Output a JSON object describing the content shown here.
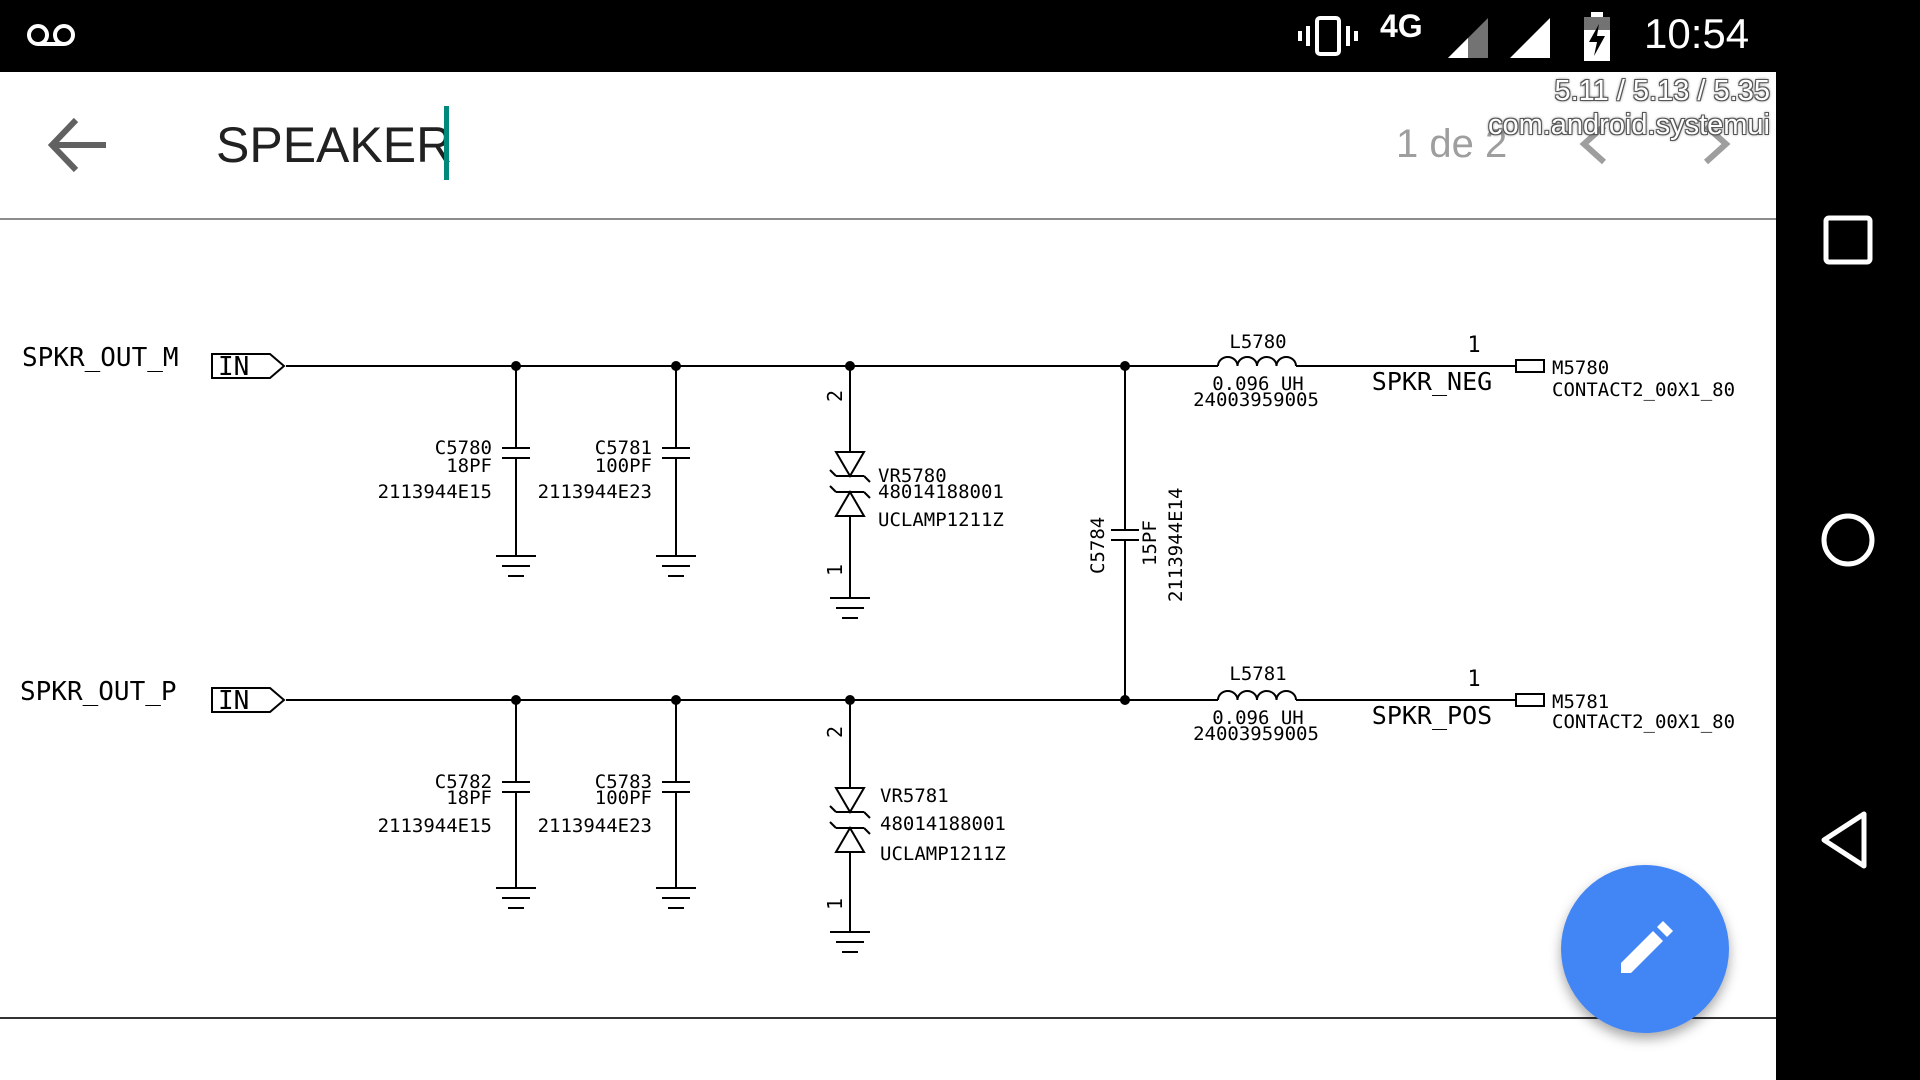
{
  "status_bar": {
    "voicemail_icon": "voicemail-icon",
    "vibrate_icon": "vibrate-icon",
    "network": "4G",
    "signal_icons": [
      "signal-icon",
      "signal-icon"
    ],
    "battery_icon": "battery-charging-icon",
    "time": "10:54"
  },
  "toolbar": {
    "back_icon": "arrow-back-icon",
    "search_value": "SPEAKER",
    "match_count": "1 de 2",
    "prev_icon": "chevron-left-icon",
    "next_icon": "chevron-right-icon"
  },
  "debug_overlay": {
    "line1": "5.11 / 5.13 / 5.35",
    "line2": "com.android.systemui"
  },
  "schematic": {
    "nets": {
      "out_m": "SPKR_OUT_M",
      "out_p": "SPKR_OUT_P",
      "in_tag": "IN",
      "neg": "SPKR_NEG",
      "pos": "SPKR_POS",
      "pin_neg": "1",
      "pin_pos": "1"
    },
    "capacitors": [
      {
        "ref": "C5780",
        "value": "18PF",
        "part": "2113944E15"
      },
      {
        "ref": "C5781",
        "value": "100PF",
        "part": "2113944E23"
      },
      {
        "ref": "C5782",
        "value": "18PF",
        "part": "2113944E15"
      },
      {
        "ref": "C5783",
        "value": "100PF",
        "part": "2113944E23"
      },
      {
        "ref": "C5784",
        "value": "15PF",
        "part": "2113944E14"
      }
    ],
    "diodes": [
      {
        "ref": "VR5780",
        "part": "48014188001",
        "type": "UCLAMP1211Z",
        "pin_top": "2",
        "pin_bottom": "1"
      },
      {
        "ref": "VR5781",
        "part": "48014188001",
        "type": "UCLAMP1211Z",
        "pin_top": "2",
        "pin_bottom": "1"
      }
    ],
    "inductors": [
      {
        "ref": "L5780",
        "value": "0.096 UH",
        "part": "24003959005"
      },
      {
        "ref": "L5781",
        "value": "0.096 UH",
        "part": "24003959005"
      }
    ],
    "connectors": [
      {
        "ref": "M5780",
        "part": "CONTACT2_00X1_80"
      },
      {
        "ref": "M5781",
        "part": "CONTACT2_00X1_80"
      }
    ]
  },
  "fab": {
    "icon": "edit-pencil-icon"
  },
  "nav_bar": {
    "recents_icon": "recents-square-icon",
    "home_icon": "home-circle-icon",
    "back_icon": "back-triangle-icon"
  },
  "colors": {
    "accent": "#00897b",
    "fab": "#4285f4",
    "hint": "#9e9e9e"
  }
}
